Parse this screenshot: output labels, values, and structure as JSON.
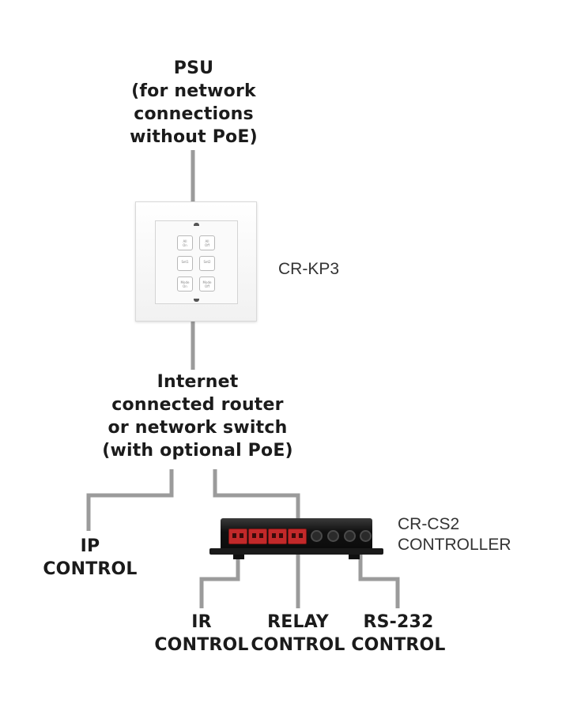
{
  "labels": {
    "psu": [
      "PSU",
      "(for network",
      "connections",
      "without PoE)"
    ],
    "keypad_model": "CR-KP3",
    "router": [
      "Internet",
      "connected router",
      "or network switch",
      "(with optional PoE)"
    ],
    "controller_model": [
      "CR-CS2",
      "CONTROLLER"
    ],
    "ip_control": [
      "IP",
      "CONTROL"
    ],
    "ir_control": [
      "IR",
      "CONTROL"
    ],
    "relay_control": [
      "RELAY",
      "CONTROL"
    ],
    "rs232_control": [
      "RS-232",
      "CONTROL"
    ]
  },
  "keypad": {
    "buttons": [
      [
        "All",
        "On"
      ],
      [
        "All",
        "Off"
      ],
      [
        "Set1",
        ""
      ],
      [
        "Set2",
        ""
      ],
      [
        "Mode",
        "On"
      ],
      [
        "Mode",
        "Off"
      ]
    ]
  },
  "colors": {
    "wire": "#9b9b9b",
    "relay": "#c2292a",
    "device_body": "#111111"
  }
}
